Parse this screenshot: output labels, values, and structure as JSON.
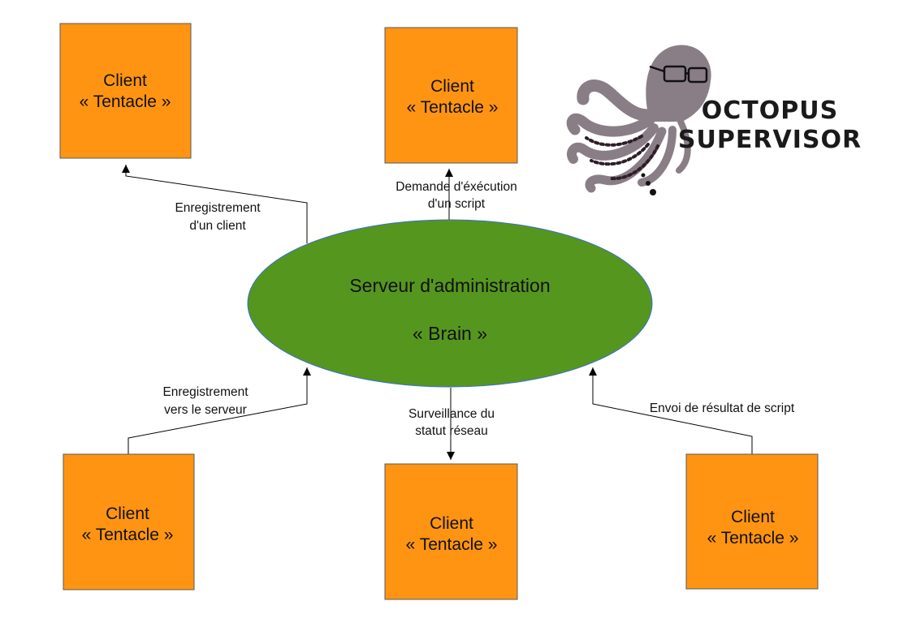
{
  "server": {
    "line1": "Serveur d'administration",
    "line2": "« Brain »"
  },
  "clients": [
    {
      "line1": "Client",
      "line2": "« Tentacle »"
    },
    {
      "line1": "Client",
      "line2": "« Tentacle »"
    },
    {
      "line1": "Client",
      "line2": "« Tentacle »"
    },
    {
      "line1": "Client",
      "line2": "« Tentacle »"
    },
    {
      "line1": "Client",
      "line2": "« Tentacle »"
    }
  ],
  "edges": {
    "register_client": {
      "line1": "Enregistrement",
      "line2": "d'un client"
    },
    "exec_request": {
      "line1": "Demande d'éxécution",
      "line2": "d'un script"
    },
    "register_server": {
      "line1": "Enregistrement",
      "line2": "vers le serveur"
    },
    "network_watch": {
      "line1": "Surveillance du",
      "line2": "statut réseau"
    },
    "script_result": {
      "line1": "Envoi de résultat de script"
    }
  },
  "logo": {
    "line1": "OCTOPUS",
    "line2": "SUPERVISOR"
  },
  "colors": {
    "client_fill": "#ff9412",
    "server_fill": "#55961f",
    "server_stroke": "#3a6fd0",
    "line": "#000000",
    "octopus_body": "#8a7e86",
    "octopus_suckers": "#2e1e28"
  }
}
